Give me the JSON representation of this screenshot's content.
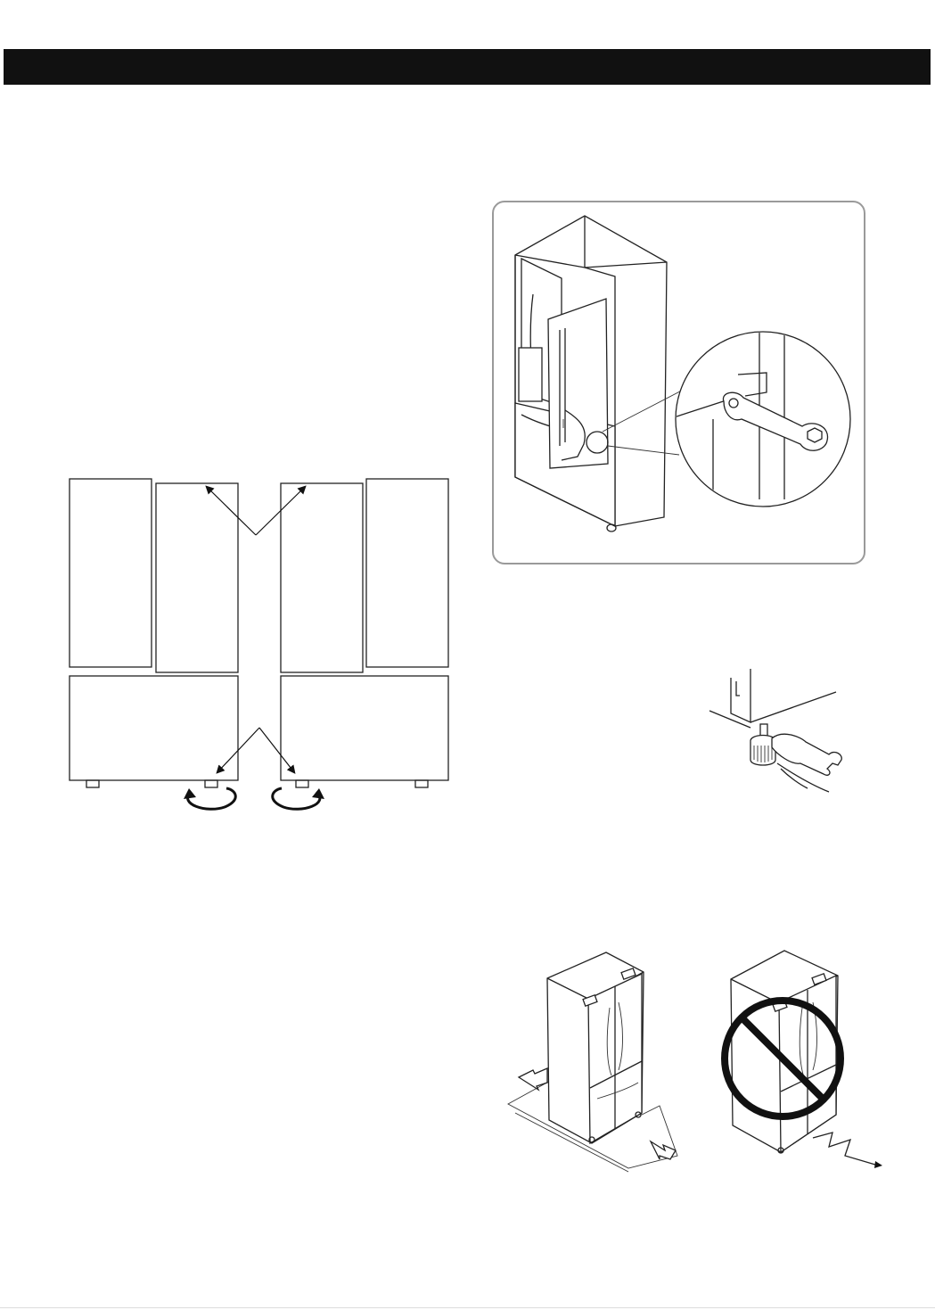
{
  "page": {
    "header": {
      "color": "#111111"
    },
    "figures": [
      {
        "name": "door-alignment-diagram",
        "icons": [
          "door-panel",
          "arrow",
          "rotate-arrow-icon"
        ]
      },
      {
        "name": "wrench-leveling-illustration",
        "icons": [
          "refrigerator-icon",
          "wrench-icon",
          "magnifier-callout"
        ]
      },
      {
        "name": "leveling-foot-detail",
        "icons": [
          "leveling-leg-icon",
          "wrench-icon"
        ]
      },
      {
        "name": "correct-move-illustration",
        "icons": [
          "refrigerator-icon",
          "move-arrow-icon"
        ]
      },
      {
        "name": "prohibited-move-illustration",
        "icons": [
          "refrigerator-icon",
          "prohibited-icon"
        ]
      }
    ],
    "colors": {
      "line": "#222222",
      "frame": "#9a9a9a"
    }
  }
}
